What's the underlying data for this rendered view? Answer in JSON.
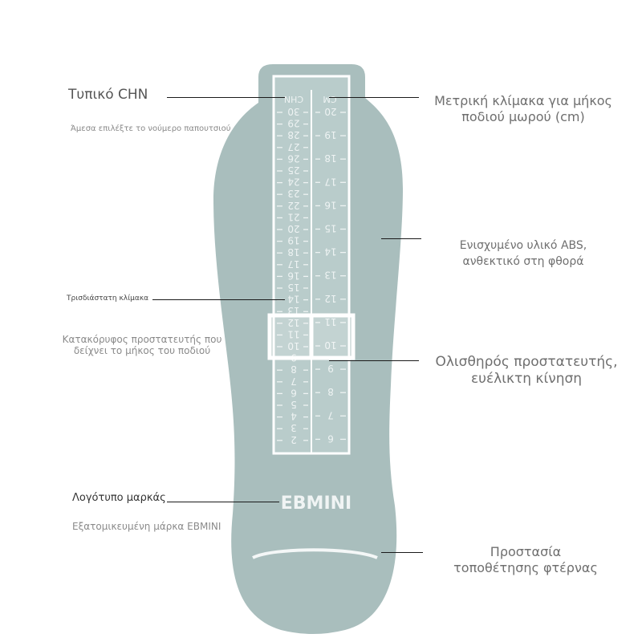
{
  "colors": {
    "device": "#a9bebd",
    "ruler": "#b9cccb",
    "frame": "#ffffff",
    "text": "#6f6f6f",
    "leader_line": "#1a1a1a"
  },
  "product": {
    "brand_logo": "EBMINI",
    "scale_headers": {
      "chn": "CHN",
      "cm": "CM"
    },
    "chn_scale": [
      30,
      29,
      28,
      27,
      26,
      25,
      24,
      23,
      22,
      21,
      20,
      19,
      18,
      17,
      16,
      15,
      14,
      13,
      12,
      11,
      10,
      9,
      8,
      7,
      6,
      5,
      4,
      3,
      2
    ],
    "cm_scale": [
      20,
      19,
      18,
      17,
      16,
      15,
      14,
      13,
      12,
      11,
      10,
      9,
      8,
      7,
      6
    ]
  },
  "annotations": {
    "standard_chn": {
      "title": "Τυπικό CHN",
      "subtitle": "Άμεσα επιλέξτε το νούμερο παπουτσιού"
    },
    "three_d_scale": {
      "title": "Τρισδιάστατη κλίμακα"
    },
    "vertical_guard": {
      "line1": "Κατακόρυφος προστατευτής που",
      "line2": "δείχνει το μήκος του ποδιού"
    },
    "brand_logo": {
      "title": "Λογότυπο μαρκάς",
      "subtitle": "Εξατομικευμένη μάρκα EBMINI"
    },
    "metric_scale": {
      "line1": "Μετρική κλίμακα για μήκος",
      "line2": "ποδιού μωρού (cm)"
    },
    "abs_material": {
      "line1": "Ενισχυμένο υλικό ABS,",
      "line2": "ανθεκτικό στη φθορά"
    },
    "sliding_guard": {
      "line1": "Ολισθηρός προστατευτής,",
      "line2": "ευέλικτη κίνηση"
    },
    "heel_guard": {
      "line1": "Προστασία",
      "line2": "τοποθέτησης φτέρνας"
    }
  }
}
